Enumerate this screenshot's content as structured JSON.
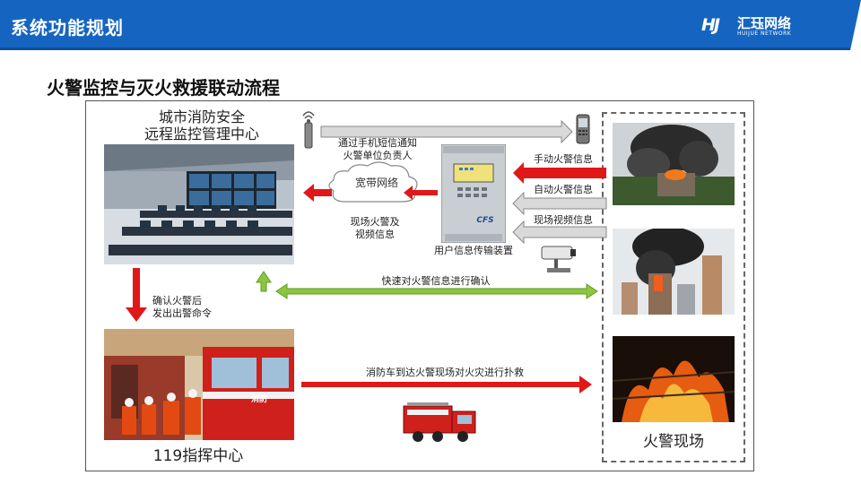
{
  "header": {
    "title": "系统功能规划",
    "logo_mark": "HJ",
    "logo_cn": "汇珏网络",
    "logo_en": "HUIJUE NETWORK"
  },
  "subtitle": "火警监控与灭火救援联动流程",
  "diagram": {
    "monitor_center_line1": "城市消防安全",
    "monitor_center_line2": "远程监控管理中心",
    "sms_notice_line1": "通过手机短信通知",
    "sms_notice_line2": "火警单位负责人",
    "broadband": "宽带网络",
    "alarm_video_line1": "现场火警及",
    "alarm_video_line2": "视频信息",
    "device_label": "用户信息传输装置",
    "device_brand": "CFS",
    "manual_alarm": "手动火警信息",
    "auto_alarm": "自动火警信息",
    "video_info": "现场视频信息",
    "quick_confirm": "快速对火警信息进行确认",
    "confirm_line1": "确认火警后",
    "confirm_line2": "发出出警命令",
    "truck_arrive": "消防车到达火警现场对火灾进行扑救",
    "command_center": "119指挥中心",
    "fire_scene": "火警现场",
    "truck_door_text": "消防"
  },
  "colors": {
    "header_blue": "#1565c0",
    "arrow_gray": "#d9d9d9",
    "arrow_red": "#e01818",
    "arrow_green": "#8cc63f"
  }
}
